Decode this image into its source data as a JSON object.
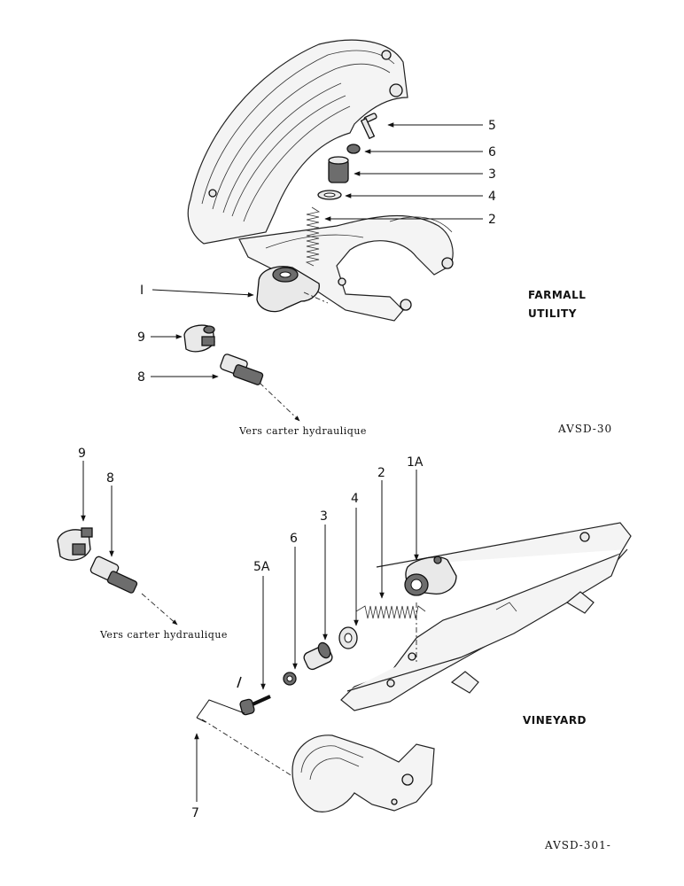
{
  "farmall": {
    "title_line1": "FARMALL",
    "title_line2": "UTILITY",
    "ref_code": "AVSD-30",
    "destination_label": "Vers carter hydraulique",
    "callouts": {
      "c5": "5",
      "c6": "6",
      "c3": "3",
      "c4": "4",
      "c2": "2",
      "c1": "I",
      "c9": "9",
      "c8": "8"
    }
  },
  "vineyard": {
    "title": "VINEYARD",
    "ref_code": "AVSD-301-",
    "destination_label": "Vers carter hydraulique",
    "callouts": {
      "c9": "9",
      "c8": "8",
      "c5a": "5A",
      "c6": "6",
      "c3": "3",
      "c4": "4",
      "c2": "2",
      "c1a": "1A",
      "c7": "7"
    }
  }
}
